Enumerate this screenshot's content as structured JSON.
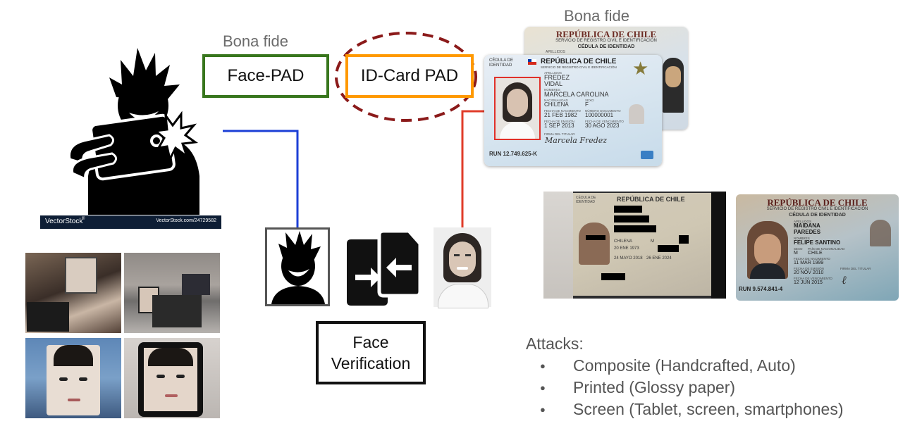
{
  "bona_fide_left": "Bona fide",
  "bona_fide_right": "Bona fide",
  "face_pad_label": "Face-PAD",
  "idcard_pad_label": "ID-Card PAD",
  "face_verification_label": "Face Verification",
  "vectorstock": {
    "brand": "VectorStock",
    "trademark": "®",
    "url": "VectorStock.com/24729582"
  },
  "id_card_front": {
    "header_left": "CÉDULA DE IDENTIDAD",
    "title": "REPÚBLICA DE CHILE",
    "subtitle": "SERVICIO DE REGISTRO CIVIL E IDENTIFICACIÓN",
    "surname_label": "APELLIDOS",
    "surnames": [
      "FREDEZ",
      "VIDAL"
    ],
    "names_label": "NOMBRES",
    "names": "MARCELA CAROLINA",
    "nationality_label": "NACIONALIDAD",
    "nationality": "CHILENA",
    "sex_label": "SEXO",
    "sex": "F",
    "birth_label": "FECHA DE NACIMIENTO",
    "birth": "21 FEB 1982",
    "doc_label": "NÚMERO DOCUMENTO",
    "doc": "100000001",
    "issue_label": "FECHA DE EMISIÓN",
    "issue": "1 SEP 2013",
    "expiry_label": "FECHA DE VENCIMIENTO",
    "expiry": "30 AGO 2023",
    "signature_label": "FIRMA DEL TITULAR",
    "signature": "Marcela Fredez",
    "run": "RUN 12.749.625-K"
  },
  "id_card_back": {
    "title": "REPÚBLICA DE CHILE",
    "subtitle": "SERVICIO DE REGISTRO CIVIL E IDENTIFICACIÓN",
    "doc_title": "CÉDULA DE IDENTIDAD",
    "surname_label": "APELLIDOS"
  },
  "attack_card_screen": {
    "header_left": "CÉDULA DE IDENTIDAD",
    "title": "REPÚBLICA DE CHILE",
    "nationality": "CHILENA",
    "sex": "M",
    "birth": "20 ENE 1973",
    "issue": "24 MAYO 2018",
    "expiry": "26 ENE 2024"
  },
  "attack_card_printed": {
    "title": "REPÚBLICA DE CHILE",
    "subtitle": "SERVICIO DE REGISTRO CIVIL E IDENTIFICACIÓN",
    "doc_title": "CÉDULA DE IDENTIDAD",
    "surname_label": "APELLIDOS",
    "surnames": [
      "MAIDANA",
      "PAREDES"
    ],
    "names_label": "NOMBRES",
    "names": "FELIPE SANTINO",
    "sex_label": "SEXO",
    "sex": "M",
    "nat_label": "PAÍS DE NACIONALIDAD",
    "nat": "CHILE",
    "birth_label": "FECHA DE NACIMIENTO",
    "birth": "11 MAR 1999",
    "issue_label": "FECHA DE EMISIÓN",
    "issue": "20 NOV 2010",
    "expiry_label": "FECHA DE VENCIMIENTO",
    "expiry": "12 JUN 2015",
    "signature_label": "FIRMA DEL TITULAR",
    "run": "RUN 9.574.841-4"
  },
  "attacks": {
    "title": "Attacks:",
    "items": [
      "Composite (Handcrafted, Auto)",
      "Printed (Glossy paper)",
      "Screen (Tablet, screen, smartphones)"
    ]
  },
  "colors": {
    "face_pad_border": "#38761d",
    "idcard_pad_border": "#ff9900",
    "dashed_ellipse": "#8b1a1a",
    "blue_line": "#1c3fd6",
    "red_line": "#e03c2a",
    "card_red_box": "#e0302a"
  }
}
